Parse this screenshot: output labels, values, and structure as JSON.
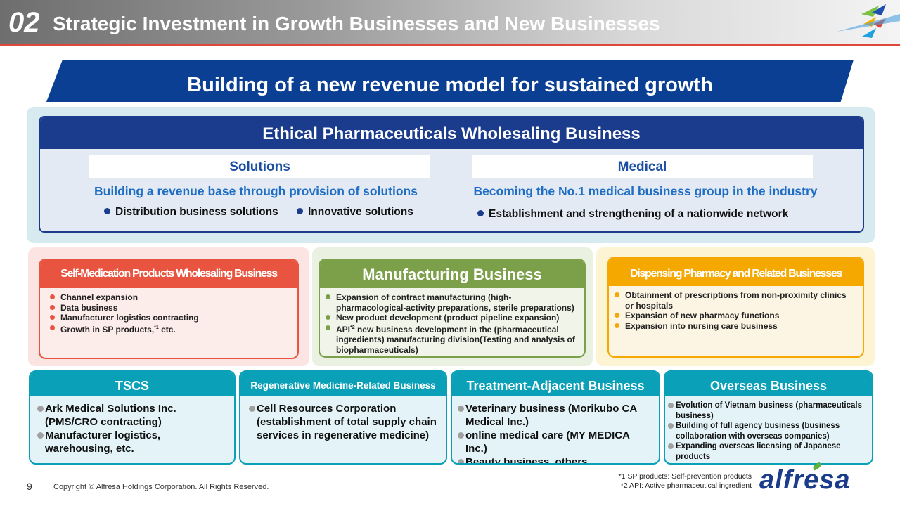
{
  "header": {
    "number": "02",
    "title": "Strategic Investment in Growth Businesses and New Businesses"
  },
  "banner": "Building of a new revenue model for sustained growth",
  "ethical": {
    "title": "Ethical Pharmaceuticals Wholesaling Business",
    "solutions": {
      "label": "Solutions",
      "subtitle": "Building a revenue base through provision of solutions",
      "bullets": [
        "Distribution business solutions",
        "Innovative solutions"
      ]
    },
    "medical": {
      "label": "Medical",
      "subtitle": "Becoming the No.1 medical business group in the industry",
      "bullets": [
        "Establishment and strengthening of a nationwide network"
      ]
    }
  },
  "self_med": {
    "title": "Self-Medication Products Wholesaling Business",
    "items": [
      "Channel expansion",
      "Data business",
      "Manufacturer logistics contracting",
      "Growth in SP products,"
    ],
    "sup": "*1",
    "tail": " etc."
  },
  "manufacturing": {
    "title": "Manufacturing Business",
    "items": [
      "Expansion of contract manufacturing (high- pharmacological-activity preparations, sterile preparations)",
      "New product development (product pipeline expansion)"
    ],
    "api": "API",
    "api_sup": "*2",
    "api_rest": " new business development in the (pharmaceutical ingredients) manufacturing division(Testing and analysis of biopharmaceuticals)"
  },
  "dispensing": {
    "title": "Dispensing Pharmacy and Related Businesses",
    "items": [
      "Obtainment of prescriptions from non-proximity clinics or hospitals",
      "Expansion of new pharmacy functions",
      "Expansion into nursing care business"
    ]
  },
  "tscs": {
    "title": "TSCS",
    "items": [
      "Ark Medical Solutions Inc. (PMS/CRO contracting)",
      "Manufacturer logistics, warehousing, etc."
    ]
  },
  "regen": {
    "title": "Regenerative Medicine-Related Business",
    "items": [
      "Cell Resources Corporation (establishment of total supply chain services in regenerative medicine)"
    ]
  },
  "treatment": {
    "title": "Treatment-Adjacent Business",
    "items": [
      "Veterinary business (Morikubo CA Medical Inc.)",
      "online medical care (MY MEDICA Inc.)",
      "Beauty business, others"
    ]
  },
  "overseas": {
    "title": "Overseas Business",
    "items": [
      "Evolution of Vietnam business (pharmaceuticals business)",
      "Building of full agency business (business collaboration with overseas companies)",
      "Expanding overseas licensing of Japanese products"
    ]
  },
  "footer": {
    "page": "9",
    "copyright": "Copyright © Alfresa Holdings Corporation. All Rights Reserved.",
    "note1": "*1 SP products: Self-prevention products",
    "note2": "*2 API: Active pharmaceutical ingredient",
    "logo": "alfresa"
  }
}
